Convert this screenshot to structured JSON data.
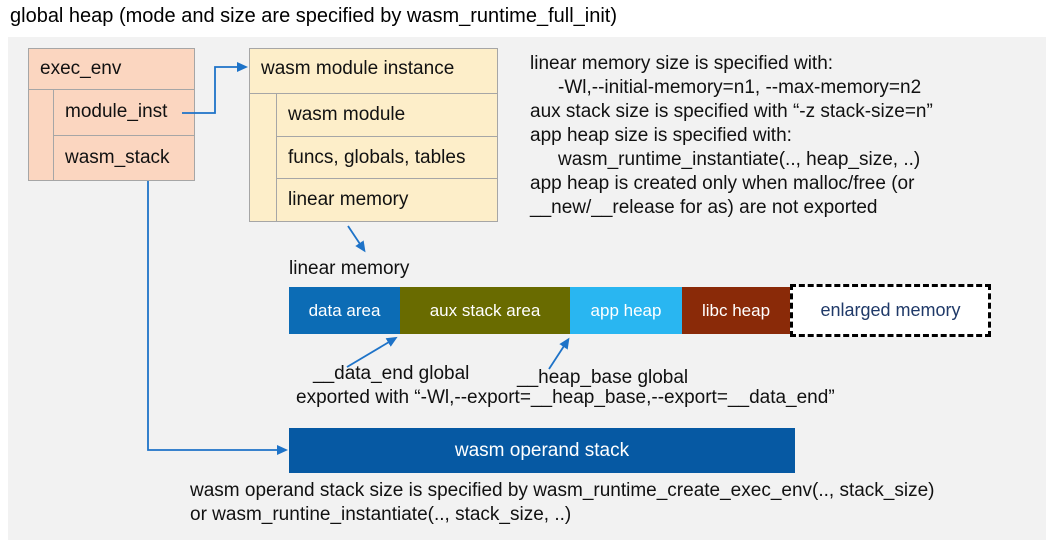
{
  "title": "global heap (mode and size are specified by wasm_runtime_full_init)",
  "exec_env": {
    "title": "exec_env",
    "rows": [
      "module_inst",
      "wasm_stack"
    ]
  },
  "module_instance": {
    "title": "wasm module instance",
    "rows": [
      "wasm module",
      "funcs, globals, tables",
      "linear memory"
    ]
  },
  "right_notes": {
    "lines": [
      "linear memory size is specified with:",
      "-Wl,--initial-memory=n1, --max-memory=n2",
      "aux stack size is specified with “-z stack-size=n”",
      "app heap size is specified with:",
      "wasm_runtime_instantiate(.., heap_size, ..)",
      "app heap is created only when malloc/free (or",
      "__new/__release for as) are not exported"
    ]
  },
  "linear_memory": {
    "label": "linear memory",
    "segments": [
      {
        "label": "data area",
        "color": "#0c6cb5"
      },
      {
        "label": "aux stack area",
        "color": "#696b00"
      },
      {
        "label": "app heap",
        "color": "#29b6f1"
      },
      {
        "label": "libc heap",
        "color": "#8a2a08"
      },
      {
        "label": "enlarged memory",
        "color": "#ffffff"
      }
    ],
    "data_end_label": "__data_end global",
    "heap_base_label": "__heap_base global",
    "export_note": "exported with “-Wl,--export=__heap_base,--export=__data_end”"
  },
  "operand_stack": {
    "label": "wasm operand stack",
    "color": "#0659a3",
    "notes": [
      "wasm operand stack size is specified by wasm_runtime_create_exec_env(.., stack_size)",
      "or wasm_runtine_instantiate(.., stack_size, ..)"
    ]
  },
  "colors": {
    "panel_bg": "#f2f2f2",
    "exec_env_fill": "#fbd6c0",
    "module_instance_fill": "#fdeec9",
    "box_border": "#a6a6a6",
    "connector": "#1e73c8",
    "enlarged_text": "#1f3968"
  }
}
